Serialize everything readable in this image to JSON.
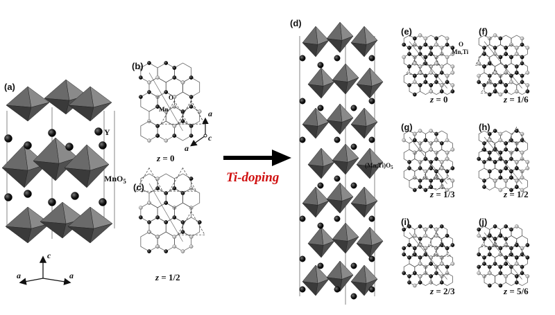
{
  "panels": {
    "a": "(a)",
    "b": "(b)",
    "c": "(c)",
    "d": "(d)",
    "e": "(e)",
    "f": "(f)",
    "g": "(g)",
    "h": "(h)",
    "i": "(i)",
    "j": "(j)"
  },
  "atoms": {
    "Y": "Y",
    "MnO5": "MnO",
    "MnO5_sub": "5",
    "O": "O",
    "Mn": "Mn",
    "MnTi": "Mn,Ti",
    "MnTiO5": "(Mn,Ti)O",
    "MnTiO5_sub": "5"
  },
  "z_values": {
    "b": "0",
    "c": "1/2",
    "e": "0",
    "f": "1/6",
    "g": "1/3",
    "h": "1/2",
    "i": "2/3",
    "j": "5/6"
  },
  "z_var": "z",
  "axes": {
    "a": "a",
    "c": "c"
  },
  "arrow_label": "Ti-doping",
  "colors": {
    "octa_dark": "#3a3a3a",
    "octa_mid": "#6a6a6a",
    "atom_black": "#111111",
    "atom_grey": "#b8b8b8",
    "doping_red": "#d01010"
  }
}
